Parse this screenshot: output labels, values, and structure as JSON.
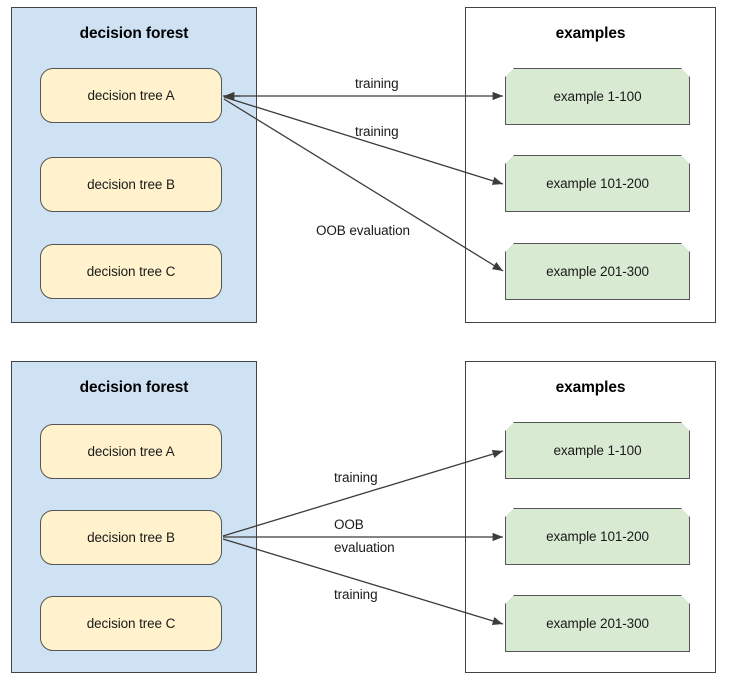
{
  "diagrams": [
    {
      "id": "top",
      "forest": {
        "title": "decision forest",
        "trees": [
          {
            "label": "decision tree A"
          },
          {
            "label": "decision tree B"
          },
          {
            "label": "decision tree C"
          }
        ]
      },
      "examples": {
        "title": "examples",
        "items": [
          {
            "label": "example 1-100"
          },
          {
            "label": "example 101-200"
          },
          {
            "label": "example 201-300"
          }
        ]
      },
      "edges": [
        {
          "label": "training",
          "from": "decision tree A",
          "to": "example 1-100"
        },
        {
          "label": "training",
          "from": "decision tree A",
          "to": "example 101-200"
        },
        {
          "label": "OOB evaluation",
          "from": "decision tree A",
          "to": "example 201-300"
        }
      ]
    },
    {
      "id": "bottom",
      "forest": {
        "title": "decision forest",
        "trees": [
          {
            "label": "decision tree A"
          },
          {
            "label": "decision tree B"
          },
          {
            "label": "decision tree C"
          }
        ]
      },
      "examples": {
        "title": "examples",
        "items": [
          {
            "label": "example 1-100"
          },
          {
            "label": "example 101-200"
          },
          {
            "label": "example 201-300"
          }
        ]
      },
      "edges": [
        {
          "label": "training",
          "from": "decision tree B",
          "to": "example 1-100"
        },
        {
          "label": "OOB",
          "from": "decision tree B",
          "to": "example 101-200"
        },
        {
          "label": "evaluation",
          "from": "decision tree B",
          "to": "example 101-200"
        },
        {
          "label": "training",
          "from": "decision tree B",
          "to": "example 201-300"
        }
      ]
    }
  ],
  "colors": {
    "forest_fill": "#cfe2f3",
    "tree_fill": "#fff2cc",
    "example_fill": "#d9ead3",
    "panel_stroke": "#434343",
    "node_stroke": "#555555",
    "edge_stroke": "#3c3c3c",
    "text": "#1a1a1a"
  }
}
